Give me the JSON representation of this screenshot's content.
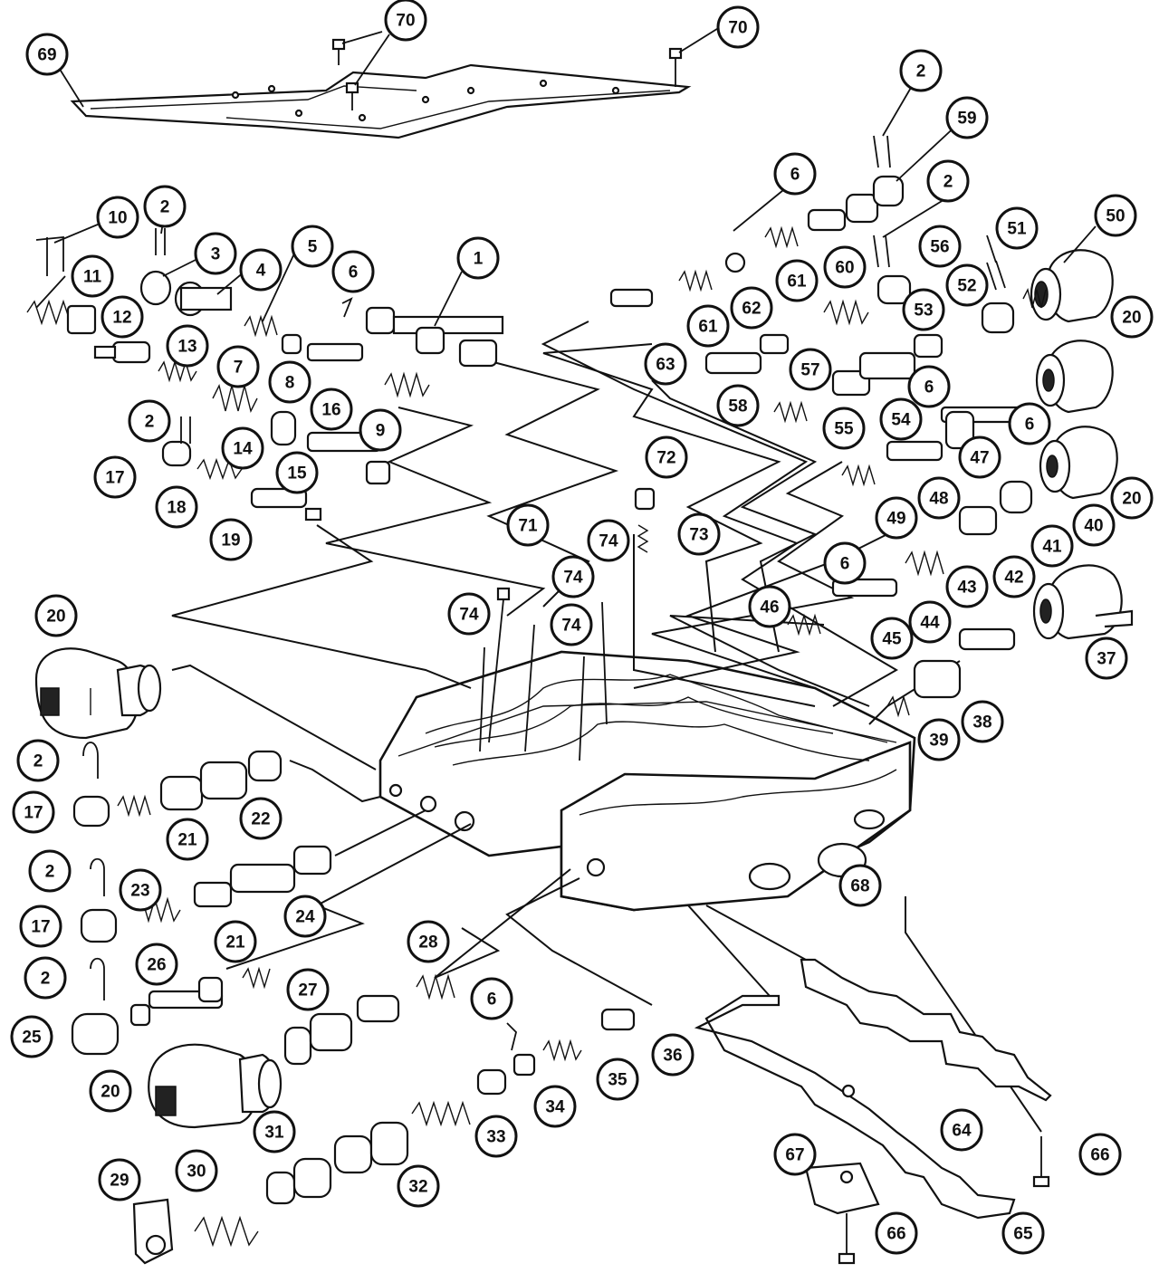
{
  "callouts": [
    {
      "id": "c70a",
      "label": "70"
    },
    {
      "id": "c70b",
      "label": "70"
    },
    {
      "id": "c69",
      "label": "69"
    },
    {
      "id": "c2a",
      "label": "2"
    },
    {
      "id": "c59",
      "label": "59"
    },
    {
      "id": "c6a",
      "label": "6"
    },
    {
      "id": "c2b",
      "label": "2"
    },
    {
      "id": "c50",
      "label": "50"
    },
    {
      "id": "c10",
      "label": "10"
    },
    {
      "id": "c2c",
      "label": "2"
    },
    {
      "id": "c3",
      "label": "3"
    },
    {
      "id": "c11",
      "label": "11"
    },
    {
      "id": "c4",
      "label": "4"
    },
    {
      "id": "c5",
      "label": "5"
    },
    {
      "id": "c6b",
      "label": "6"
    },
    {
      "id": "c1",
      "label": "1"
    },
    {
      "id": "c60",
      "label": "60"
    },
    {
      "id": "c61a",
      "label": "61"
    },
    {
      "id": "c62",
      "label": "62"
    },
    {
      "id": "c61b",
      "label": "61"
    },
    {
      "id": "c56",
      "label": "56"
    },
    {
      "id": "c51",
      "label": "51"
    },
    {
      "id": "c52",
      "label": "52"
    },
    {
      "id": "c20a",
      "label": "20"
    },
    {
      "id": "c12",
      "label": "12"
    },
    {
      "id": "c13",
      "label": "13"
    },
    {
      "id": "c7",
      "label": "7"
    },
    {
      "id": "c8",
      "label": "8"
    },
    {
      "id": "c63",
      "label": "63"
    },
    {
      "id": "c53",
      "label": "53"
    },
    {
      "id": "c57",
      "label": "57"
    },
    {
      "id": "c9",
      "label": "9"
    },
    {
      "id": "c16",
      "label": "16"
    },
    {
      "id": "c2d",
      "label": "2"
    },
    {
      "id": "c14",
      "label": "14"
    },
    {
      "id": "c58",
      "label": "58"
    },
    {
      "id": "c55",
      "label": "55"
    },
    {
      "id": "c54",
      "label": "54"
    },
    {
      "id": "c6c",
      "label": "6"
    },
    {
      "id": "c72",
      "label": "72"
    },
    {
      "id": "c6d",
      "label": "6"
    },
    {
      "id": "c47",
      "label": "47"
    },
    {
      "id": "c17a",
      "label": "17"
    },
    {
      "id": "c15",
      "label": "15"
    },
    {
      "id": "c48",
      "label": "48"
    },
    {
      "id": "c20b",
      "label": "20"
    },
    {
      "id": "c18",
      "label": "18"
    },
    {
      "id": "c49",
      "label": "49"
    },
    {
      "id": "c40",
      "label": "40"
    },
    {
      "id": "c19",
      "label": "19"
    },
    {
      "id": "c71",
      "label": "71"
    },
    {
      "id": "c73",
      "label": "73"
    },
    {
      "id": "c74a",
      "label": "74"
    },
    {
      "id": "c41",
      "label": "41"
    },
    {
      "id": "c74b",
      "label": "74"
    },
    {
      "id": "c42",
      "label": "42"
    },
    {
      "id": "c6e",
      "label": "6"
    },
    {
      "id": "c43",
      "label": "43"
    },
    {
      "id": "c20c",
      "label": "20"
    },
    {
      "id": "c74c",
      "label": "74"
    },
    {
      "id": "c74d",
      "label": "74"
    },
    {
      "id": "c46",
      "label": "46"
    },
    {
      "id": "c44",
      "label": "44"
    },
    {
      "id": "c45",
      "label": "45"
    },
    {
      "id": "c37",
      "label": "37"
    },
    {
      "id": "c38",
      "label": "38"
    },
    {
      "id": "c39",
      "label": "39"
    },
    {
      "id": "c2e",
      "label": "2"
    },
    {
      "id": "c17b",
      "label": "17"
    },
    {
      "id": "c22",
      "label": "22"
    },
    {
      "id": "c21a",
      "label": "21"
    },
    {
      "id": "c68",
      "label": "68"
    },
    {
      "id": "c2f",
      "label": "2"
    },
    {
      "id": "c23",
      "label": "23"
    },
    {
      "id": "c17c",
      "label": "17"
    },
    {
      "id": "c24",
      "label": "24"
    },
    {
      "id": "c21b",
      "label": "21"
    },
    {
      "id": "c28",
      "label": "28"
    },
    {
      "id": "c2g",
      "label": "2"
    },
    {
      "id": "c26",
      "label": "26"
    },
    {
      "id": "c27",
      "label": "27"
    },
    {
      "id": "c6f",
      "label": "6"
    },
    {
      "id": "c25",
      "label": "25"
    },
    {
      "id": "c36",
      "label": "36"
    },
    {
      "id": "c35",
      "label": "35"
    },
    {
      "id": "c20d",
      "label": "20"
    },
    {
      "id": "c34",
      "label": "34"
    },
    {
      "id": "c64",
      "label": "64"
    },
    {
      "id": "c33",
      "label": "33"
    },
    {
      "id": "c31",
      "label": "31"
    },
    {
      "id": "c66a",
      "label": "66"
    },
    {
      "id": "c67",
      "label": "67"
    },
    {
      "id": "c29",
      "label": "29"
    },
    {
      "id": "c30",
      "label": "30"
    },
    {
      "id": "c32",
      "label": "32"
    },
    {
      "id": "c66b",
      "label": "66"
    },
    {
      "id": "c65",
      "label": "65"
    }
  ]
}
